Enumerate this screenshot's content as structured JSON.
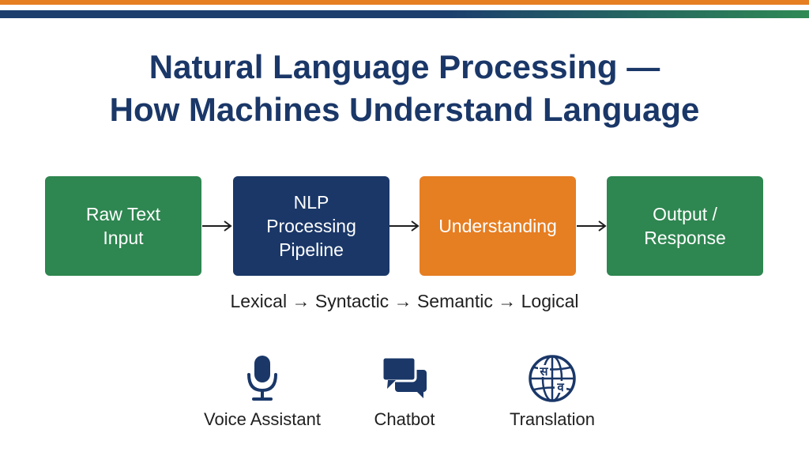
{
  "title": {
    "line1": "Natural Language Processing —",
    "line2": "How Machines Understand Language"
  },
  "colors": {
    "navy": "#1a3768",
    "green": "#2e8650",
    "orange": "#e67e22",
    "text": "#1f1f1f"
  },
  "pipeline": [
    {
      "label": "Raw Text\nInput",
      "color": "#2e8650"
    },
    {
      "label": "NLP\nProcessing\nPipeline",
      "color": "#1a3768"
    },
    {
      "label": "Understanding",
      "color": "#e67e22"
    },
    {
      "label": "Output /\nResponse",
      "color": "#2e8650"
    }
  ],
  "stages": "Lexical → Syntactic → Semantic → Logical",
  "applications": [
    {
      "label": "Voice Assistant",
      "icon": "microphone-icon"
    },
    {
      "label": "Chatbot",
      "icon": "chat-bubbles-icon"
    },
    {
      "label": "Translation",
      "icon": "globe-icon",
      "glyphs": [
        "स",
        "व"
      ]
    }
  ]
}
